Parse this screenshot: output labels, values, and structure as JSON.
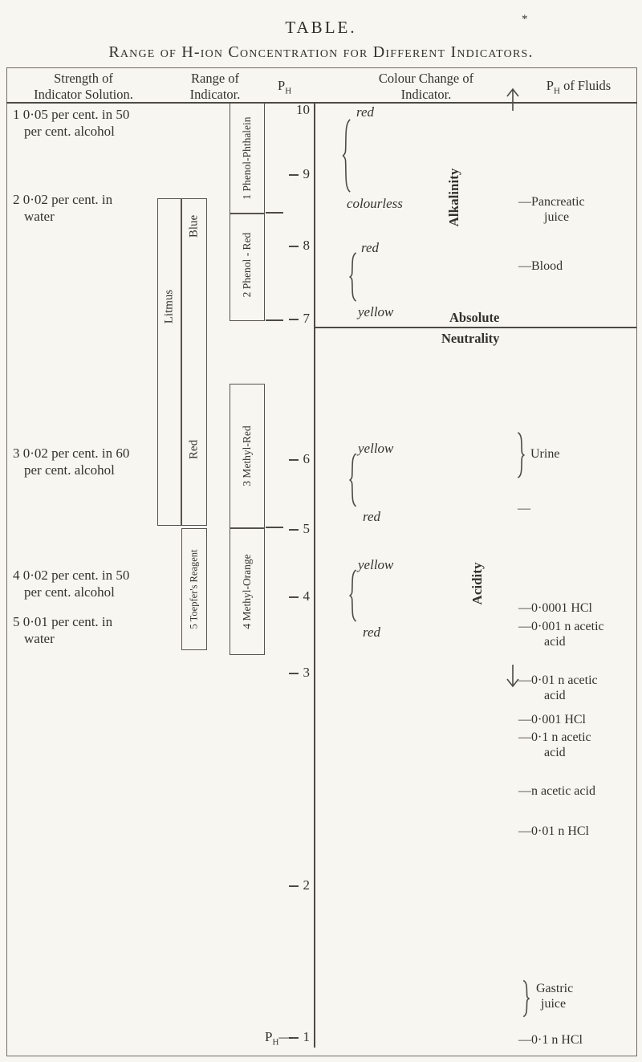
{
  "page": {
    "title": "TABLE.",
    "note_mark": "*",
    "subtitle": "Range of H-ion Concentration for Different Indicators."
  },
  "header": {
    "strength": [
      "Strength of",
      "Indicator Solution."
    ],
    "range": [
      "Range of",
      "Indicator."
    ],
    "ph_main": "P",
    "ph_sub": "H",
    "colour": [
      "Colour Change of",
      "Indicator."
    ],
    "fluids_main": "P",
    "fluids_sub": "H",
    "fluids_rest": " of Fluids"
  },
  "strength_items": [
    {
      "line1": "1 0·05 per cent. in 50",
      "line2": "per cent. alcohol"
    },
    {
      "line1": "2 0·02 per cent. in",
      "line2": "water"
    },
    {
      "line1": "3 0·02 per cent. in 60",
      "line2": "per cent. alcohol"
    },
    {
      "line1": "4 0·02 per cent. in 50",
      "line2": "per cent. alcohol"
    },
    {
      "line1": "5 0·01 per cent. in",
      "line2": "water"
    }
  ],
  "indicators": {
    "litmus": "Litmus",
    "blue": "Blue",
    "red": "Red",
    "phenolphthalein": "1 Phenol-Phthalein",
    "phenol_red": "2 Phenol - Red",
    "methyl_red": "3 Methyl-Red",
    "methyl_orange": "4 Methyl-Orange",
    "toepfer": "5 Toepfer's Reagent"
  },
  "ph": {
    "ticks": [
      "10",
      "9",
      "8",
      "7",
      "6",
      "5",
      "4",
      "3",
      "2",
      "1"
    ],
    "axis_main": "P",
    "axis_sub": "H",
    "axis_dash": "—"
  },
  "colours": [
    {
      "from": "red",
      "to": "colourless"
    },
    {
      "from": "red",
      "to": "yellow"
    },
    {
      "from": "yellow",
      "to": "red"
    },
    {
      "from": "yellow",
      "to": "red"
    }
  ],
  "annotations": {
    "alkalinity": "Alkalinity",
    "acidity": "Acidity",
    "neutral_line1": "Absolute",
    "neutral_line2": "Neutrality"
  },
  "fluids": [
    {
      "l1": "—Pancreatic",
      "l2": "juice"
    },
    {
      "l1": "—Blood"
    },
    {
      "l1": "Urine"
    },
    {
      "l1": "—"
    },
    {
      "l1": "—0·0001 HCl"
    },
    {
      "l1": "—0·001 n acetic",
      "l2": "acid"
    },
    {
      "l1": "—0·01 n acetic",
      "l2": "acid"
    },
    {
      "l1": "—0·001 HCl"
    },
    {
      "l1": "—0·1 n acetic",
      "l2": "acid"
    },
    {
      "l1": "—n acetic acid"
    },
    {
      "l1": "—0·01 n HCl"
    },
    {
      "l1": "Gastric",
      "l2": "juice"
    },
    {
      "l1": "—0·1 n HCl"
    }
  ]
}
